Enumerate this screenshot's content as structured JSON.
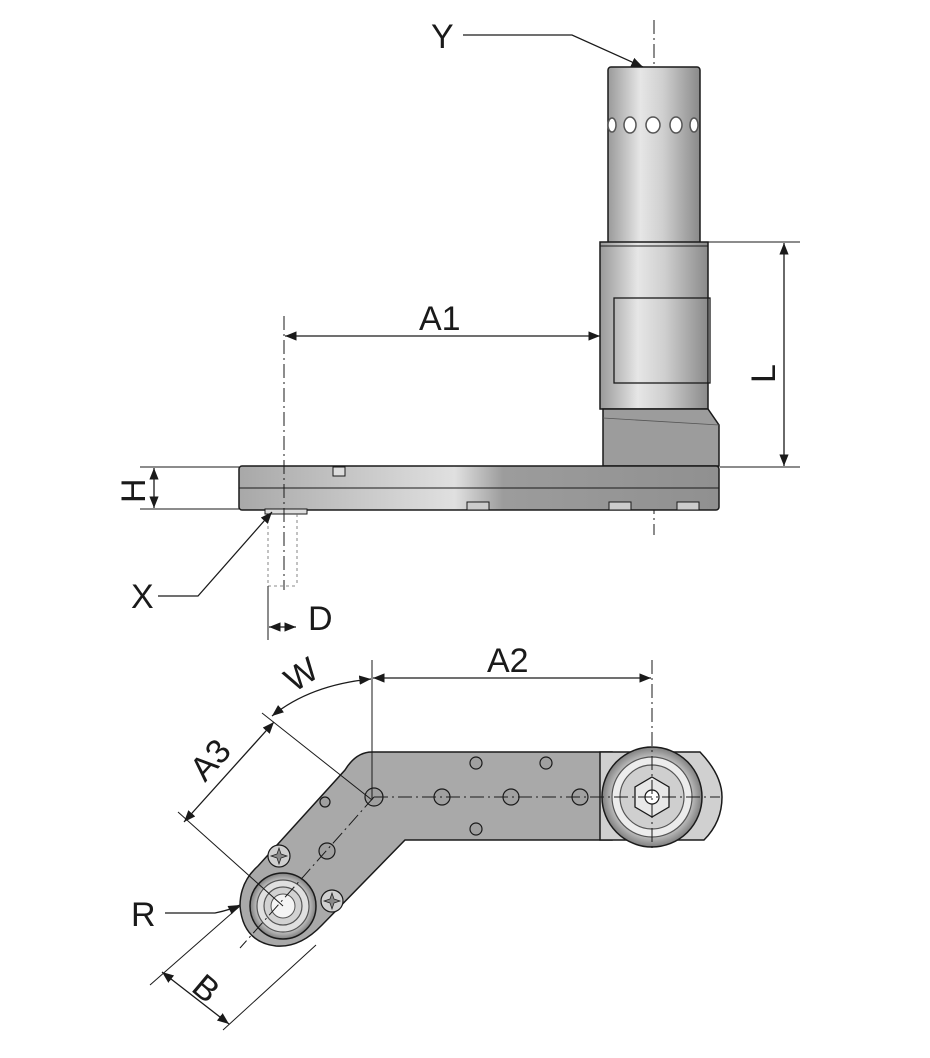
{
  "labels": {
    "Y": "Y",
    "A1": "A1",
    "L": "L",
    "H": "H",
    "X": "X",
    "D": "D",
    "W": "W",
    "A2": "A2",
    "A3": "A3",
    "R": "R",
    "B": "B"
  },
  "colors": {
    "line": "#1a1a1a",
    "part_light": "#d8d8d8",
    "part_mid": "#b4b4b4",
    "part_dark": "#8c8c8c",
    "plate_top": "#a9a9a9"
  }
}
